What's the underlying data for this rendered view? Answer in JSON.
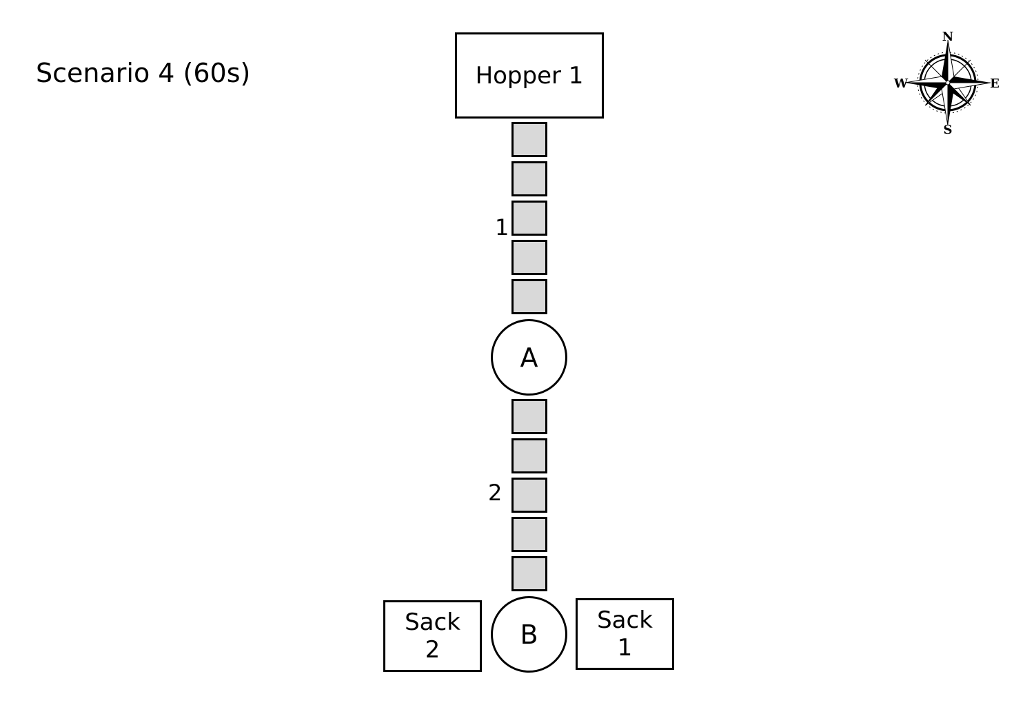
{
  "title": "Scenario 4 (60s)",
  "hopper": {
    "label": "Hopper 1"
  },
  "conveyors": [
    {
      "label": "1",
      "segments": 5
    },
    {
      "label": "2",
      "segments": 5
    }
  ],
  "junctions": [
    {
      "label": "A"
    },
    {
      "label": "B"
    }
  ],
  "sacks": [
    {
      "line1": "Sack",
      "line2": "2"
    },
    {
      "line1": "Sack",
      "line2": "1"
    }
  ],
  "compass": {
    "n": "N",
    "e": "E",
    "s": "S",
    "w": "W"
  },
  "colors": {
    "segment_fill": "#d9d9d9",
    "stroke": "#000000"
  }
}
